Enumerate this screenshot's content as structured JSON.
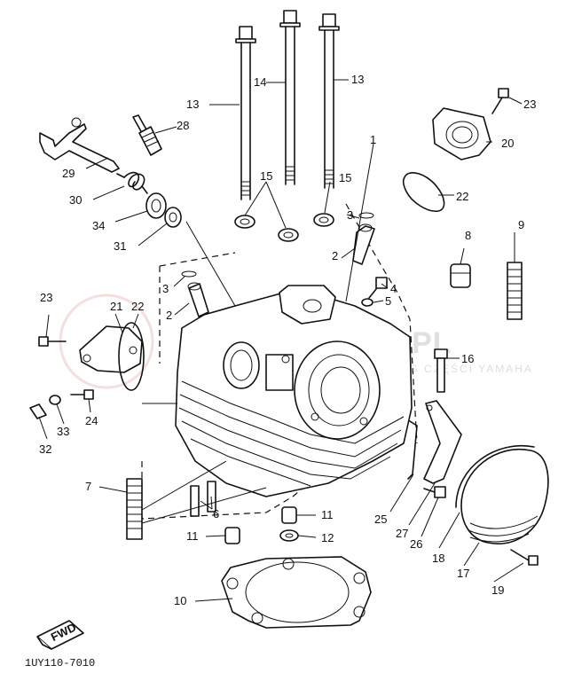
{
  "part_labels": [
    "1",
    "2",
    "3",
    "4",
    "5",
    "6",
    "7",
    "8",
    "9",
    "10",
    "11",
    "12",
    "13",
    "14",
    "15",
    "16",
    "17",
    "18",
    "19",
    "20",
    "21",
    "22",
    "23",
    "24",
    "25",
    "26",
    "27",
    "28",
    "29",
    "30",
    "31",
    "32",
    "33",
    "34"
  ],
  "diagram_code": "1UY110-7010",
  "fwd_mark": "FWD",
  "watermark": {
    "brand": "YAMAHAKLER.PL",
    "tagline": "CZĘŚCI DO MOTOCYKLI · KATALOG CZĘŚCI YAMAHA"
  },
  "colors": {
    "ink": "#111111",
    "paper": "#ffffff",
    "watermark": "#c8c8c8"
  }
}
